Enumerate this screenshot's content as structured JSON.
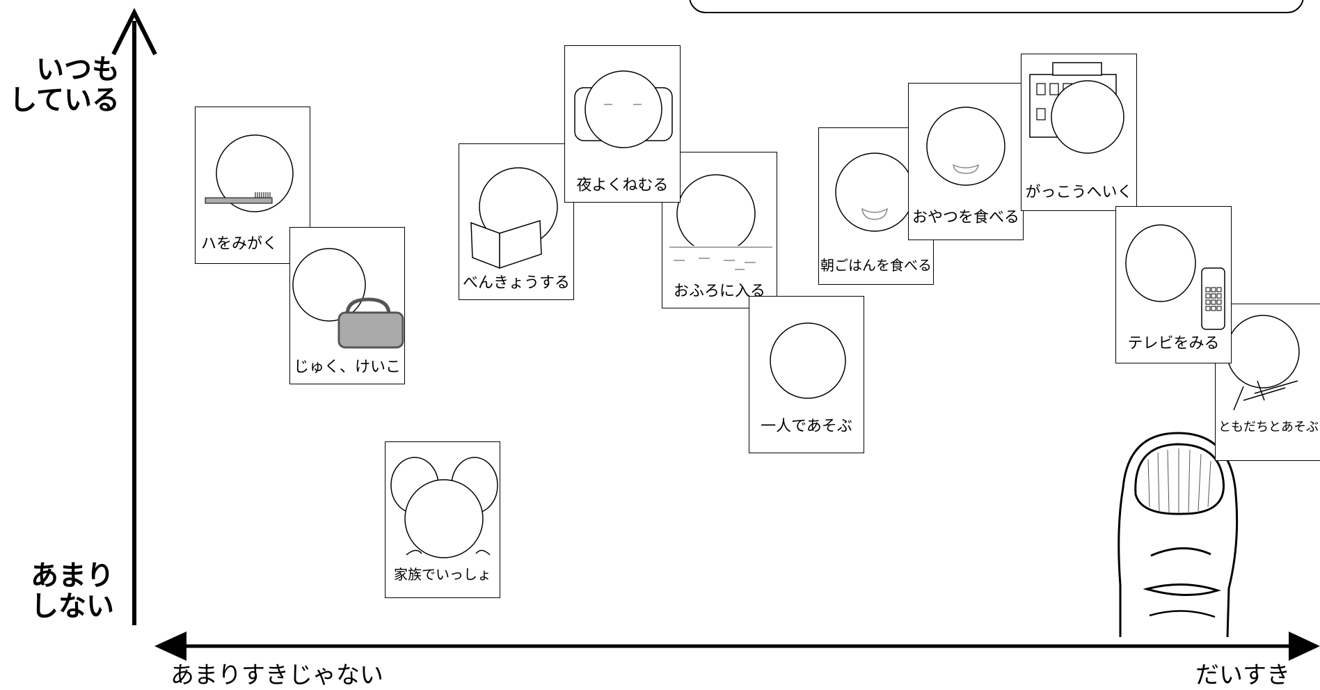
{
  "axes": {
    "y_top_label": [
      "いつも",
      "している"
    ],
    "y_bottom_label": [
      "あまり",
      "しない"
    ],
    "x_left_label": "あまりすきじゃない",
    "x_right_label": "だいすき"
  },
  "cards": [
    {
      "id": "brush",
      "label": "ハをみがく",
      "icon": "toothbrush-icon"
    },
    {
      "id": "juku",
      "label": "じゅく、けいこ",
      "icon": "bag-icon"
    },
    {
      "id": "study",
      "label": "べんきょうする",
      "icon": "book-icon"
    },
    {
      "id": "sleep",
      "label": "夜よくねむる",
      "icon": "pillow-icon"
    },
    {
      "id": "bath",
      "label": "おふろに入る",
      "icon": "water-icon"
    },
    {
      "id": "alone",
      "label": "一人であそぶ",
      "icon": "face-icon"
    },
    {
      "id": "breakfast",
      "label": "朝ごはんを食べる",
      "icon": "smile-icon"
    },
    {
      "id": "snack",
      "label": "おやつを食べる",
      "icon": "smile-icon"
    },
    {
      "id": "school",
      "label": "がっこうへいく",
      "icon": "school-building-icon"
    },
    {
      "id": "tv",
      "label": "テレビをみる",
      "icon": "remote-control-icon"
    },
    {
      "id": "friends",
      "label": "ともだちとあそぶ",
      "icon": "friends-icon"
    },
    {
      "id": "family",
      "label": "家族でいっしょ",
      "icon": "family-faces-icon"
    }
  ],
  "colors": {
    "line": "#000000",
    "gray_fill": "#aaaaaa"
  }
}
